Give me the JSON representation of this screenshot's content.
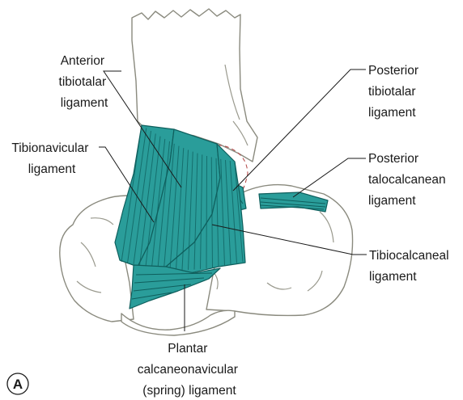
{
  "figure": {
    "panel": "A",
    "colors": {
      "ligament": "#2a9d9a",
      "ligament_outline": "#0f5f5d",
      "bone_outline": "#8a8a7e",
      "hidden_outline": "#b04040"
    }
  },
  "labels": {
    "anterior_tibiotalar": [
      "Anterior",
      "tibiotalar",
      "ligament"
    ],
    "tibionavicular": [
      "Tibionavicular",
      "ligament"
    ],
    "posterior_tibiotalar": [
      "Posterior",
      "tibiotalar",
      "ligament"
    ],
    "posterior_talocalcanean": [
      "Posterior",
      "talocalcanean",
      "ligament"
    ],
    "tibiocalcaneal": [
      "Tibiocalcaneal",
      "ligament"
    ],
    "plantar_spring": [
      "Plantar",
      "calcaneonavicular",
      "(spring) ligament"
    ]
  }
}
